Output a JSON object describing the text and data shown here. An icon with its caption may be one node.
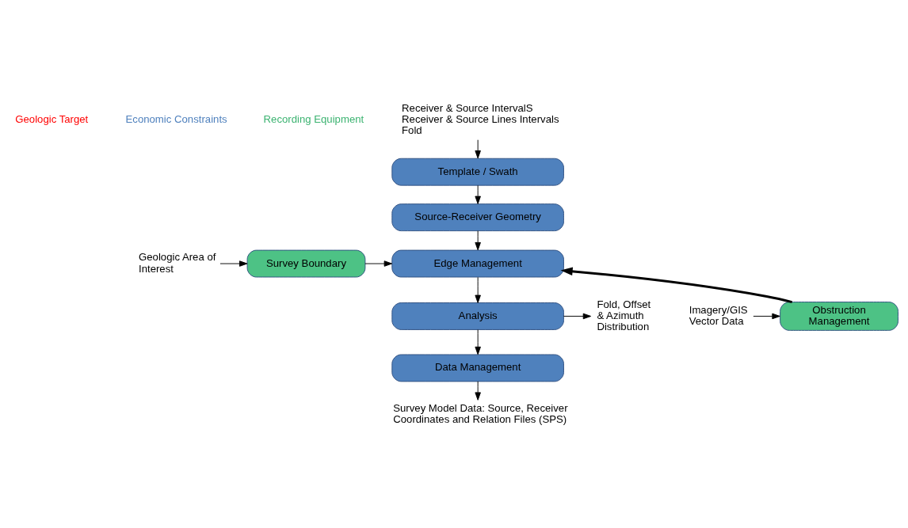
{
  "diagram": {
    "nodes": [
      {
        "text": [
          "Receiver & Source IntervalS",
          "Receiver & Source Lines Intervals",
          "Fold"
        ]
      },
      {
        "text": [
          "Template / Swath"
        ]
      },
      {
        "text": [
          "Source-Receiver Geometry"
        ]
      },
      {
        "text": [
          "Geologic Area of Interest"
        ]
      },
      {
        "text": [
          "Survey Boundary"
        ]
      },
      {
        "text": [
          "Edge Management"
        ]
      },
      {
        "text": [
          "Imagery/GIS Vector Data"
        ]
      },
      {
        "text": [
          "Obstruction Management"
        ]
      },
      {
        "text": [
          "Analysis"
        ]
      },
      {
        "text": [
          "Fold, Offset & Azimuth Distribution"
        ]
      },
      {
        "text": [
          "Data Management"
        ]
      },
      {
        "text": [
          "Survey Model Data: Source, Receiver Coordinates and Relation Files (SPS)"
        ]
      }
    ],
    "edges": [
      {
        "from": 0,
        "to": 1,
        "arrow": "to"
      },
      {
        "from": 1,
        "to": 2,
        "arrow": "to"
      },
      {
        "from": 2,
        "to": 5,
        "arrow": "to"
      },
      {
        "from": 3,
        "to": 4,
        "arrow": "to"
      },
      {
        "from": 4,
        "to": 5,
        "arrow": "to"
      },
      {
        "from": 6,
        "to": 7,
        "arrow": "to"
      },
      {
        "from": 7,
        "to": 5,
        "arrow": "to",
        "style": "thick"
      },
      {
        "from": 5,
        "to": 8,
        "arrow": "to"
      },
      {
        "from": 8,
        "to": 9,
        "arrow": "to"
      },
      {
        "from": 8,
        "to": 10,
        "arrow": "to"
      },
      {
        "from": 10,
        "to": 11,
        "arrow": "to"
      }
    ],
    "legend": [
      {
        "text": "Geologic Target",
        "color": "#ff0000"
      },
      {
        "text": "Economic Constraints",
        "color": "#4f81bd"
      },
      {
        "text": "Recording Equipment",
        "color": "#3cb371"
      }
    ]
  }
}
